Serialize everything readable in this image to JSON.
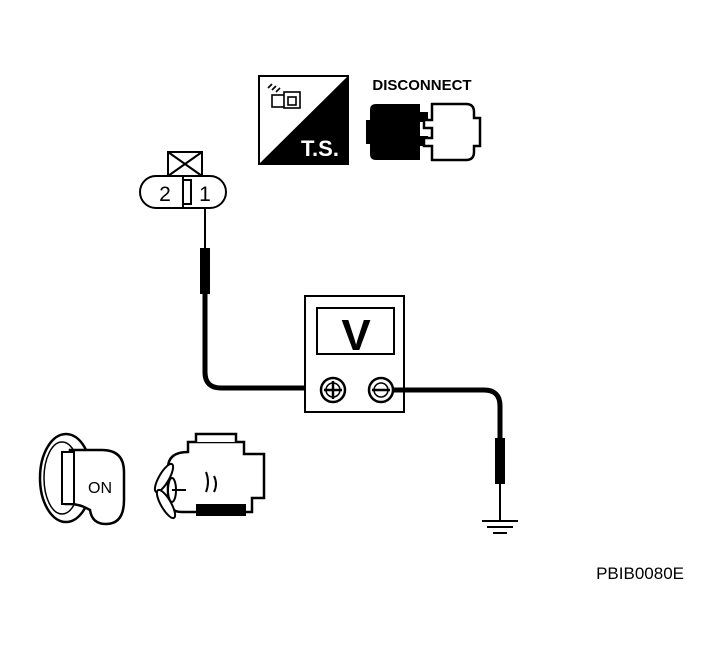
{
  "ts_badge": {
    "label": "T.S."
  },
  "disconnect": {
    "label": "DISCONNECT"
  },
  "connector": {
    "pin_left": "2",
    "pin_right": "1"
  },
  "meter": {
    "label": "V"
  },
  "ignition": {
    "label": "ON"
  },
  "figure_code": "PBIB0080E",
  "colors": {
    "ink": "#000000",
    "paper": "#ffffff",
    "shade": "#1a1a1a"
  }
}
